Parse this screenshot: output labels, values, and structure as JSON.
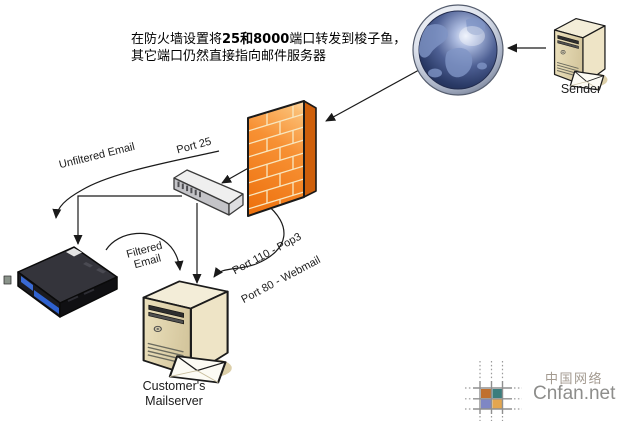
{
  "annotation": {
    "line1_pre": "在防火墙设置将",
    "line1_bold": "25和8000",
    "line1_post": "端口转发到梭子鱼，",
    "line2": "其它端口仍然直接指向邮件服务器"
  },
  "labels": {
    "sender": "Sender",
    "mailserver_line1": "Customer's",
    "mailserver_line2": "Mailserver",
    "port25": "Port 25",
    "unfiltered_email": "Unfiltered Email",
    "filtered_line1": "Filtered",
    "filtered_line2": "Email",
    "port110_pop3": "Port 110 - Pop3",
    "port80_webmail": "Port 80 - Webmail"
  },
  "watermark": {
    "cn_text": "中国网络",
    "site": "Cnfan.net"
  },
  "icons": {
    "globe": "internet-globe",
    "firewall": "firewall-brick-wall",
    "switch": "network-switch",
    "appliance": "spam-filter-rack-appliance",
    "sender_pc": "sender-computer-tower",
    "mailserver_pc": "mailserver-computer-tower",
    "envelope": "email-envelope",
    "logo": "cnfan-grid-logo"
  },
  "colors": {
    "firewall_orange": "#F5821F",
    "firewall_side": "#CE5F0B",
    "brick_mortar": "#F8E7C0",
    "globe_navy": "#24335C",
    "tower_beige": "#EDE3C4",
    "appliance_black": "#1B1B1F",
    "appliance_blue": "#2F62D0",
    "arrow_black": "#1A1A1A",
    "watermark_gray": "#8D8D8B",
    "logo_orange": "#C0702F",
    "logo_teal": "#3B7D7D",
    "logo_blue": "#7F87C4",
    "logo_yellow": "#E3A64F"
  }
}
